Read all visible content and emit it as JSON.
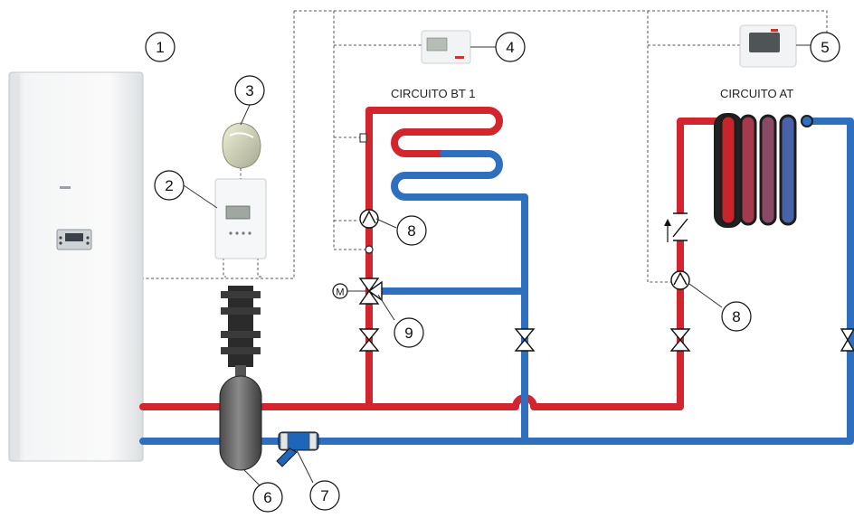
{
  "circuits": {
    "low_temp": "CIRCUITO BT 1",
    "high_temp": "CIRCUITO AT"
  },
  "callouts": [
    "1",
    "2",
    "3",
    "4",
    "5",
    "6",
    "7",
    "8",
    "9",
    "8"
  ],
  "motor_symbol": "M",
  "colors": {
    "supply_pipe": "#d2252d",
    "return_pipe": "#2f6fc0",
    "radiator_mid": "#a43a4c",
    "radiator_mid2": "#8a4a66",
    "radiator_cool": "#4a62a8"
  },
  "icons": [
    "boiler-unit",
    "control-panel",
    "outdoor-sensor",
    "room-thermostat",
    "remote-control",
    "hydraulic-separator",
    "y-strainer",
    "circulator-pump",
    "mixing-valve",
    "check-valve",
    "shutoff-valve",
    "radiator",
    "underfloor-coil"
  ]
}
